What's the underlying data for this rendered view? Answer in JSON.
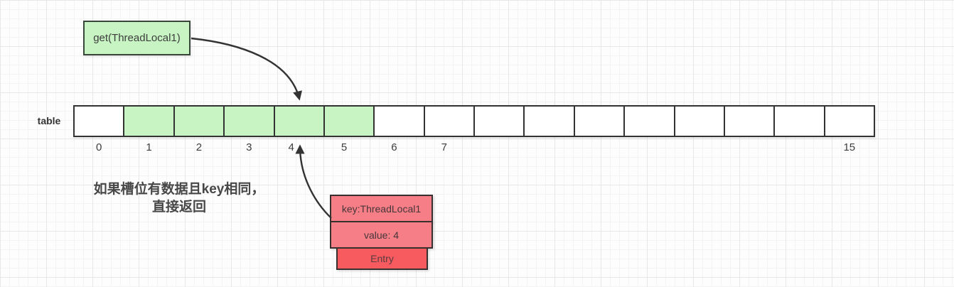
{
  "get_box": {
    "label": "get(ThreadLocal1)"
  },
  "table": {
    "label": "table",
    "cell_count": 16,
    "highlighted_cells": [
      1,
      2,
      3,
      4,
      5
    ],
    "index_labels": [
      "0",
      "1",
      "2",
      "3",
      "4",
      "5",
      "6",
      "7",
      "",
      "",
      "",
      "",
      "",
      "",
      "",
      "15"
    ]
  },
  "annotation": {
    "line1": "如果槽位有数据且key相同，",
    "line2": "直接返回"
  },
  "entry": {
    "key": "key:ThreadLocal1",
    "value": "value: 4",
    "label": "Entry"
  },
  "colors": {
    "highlight_green": "#c7f4c2",
    "entry_pink": "#f67e86",
    "entry_red": "#f75a5f",
    "stroke_dark": "#333333"
  }
}
